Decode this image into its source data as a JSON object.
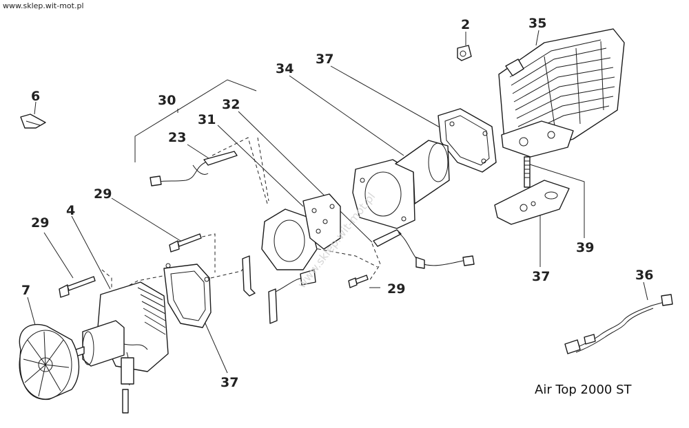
{
  "site": "www.sklep.wit-mot.pl",
  "title": "Air Top 2000 ST",
  "watermark": "www.sklep.wit-mot.pl",
  "callouts": {
    "c2": "2",
    "c35": "35",
    "c37a": "37",
    "c34": "34",
    "c6": "6",
    "c30": "30",
    "c32": "32",
    "c31": "31",
    "c23": "23",
    "c29a": "29",
    "c29b": "29",
    "c4": "4",
    "c7": "7",
    "c29c": "29",
    "c39": "39",
    "c37b": "37",
    "c36": "36",
    "c37c": "37"
  }
}
